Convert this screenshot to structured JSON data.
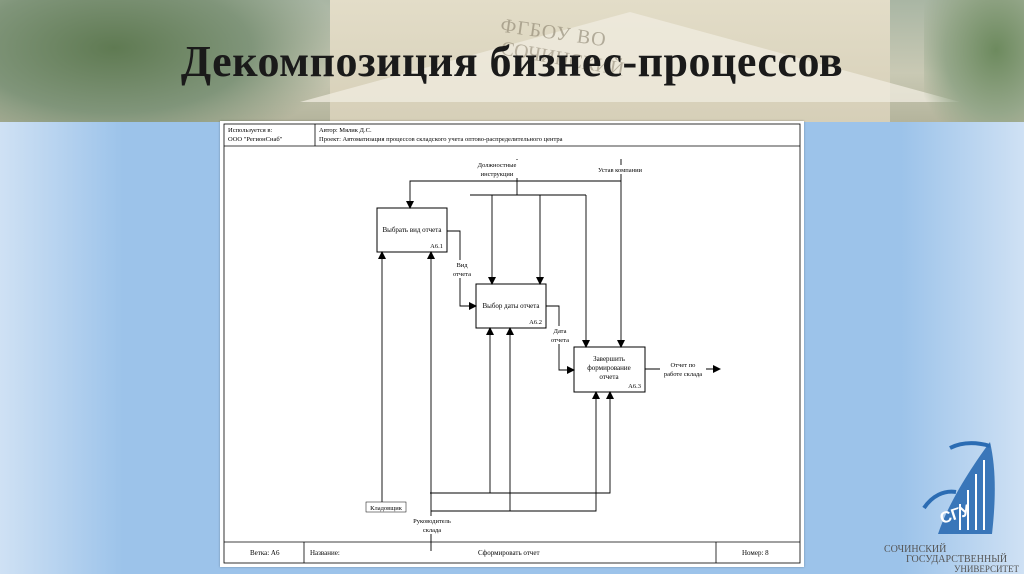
{
  "slide": {
    "title": "Декомпозиция бизнес-процессов",
    "building_text_1": "ФГБОУ ВО",
    "building_text_2": "СОЧИНСКИЙ"
  },
  "header": {
    "used_in_label": "Используется в:",
    "used_in_value": "ООО \"РегионСнаб\"",
    "author": "Автор: Мялик Д.С.",
    "project": "Проект: Автоматизация процессов складского учета оптово-распределительного центра"
  },
  "footer": {
    "node": "Ветка: А6",
    "name_label": "Название:",
    "name_value": "Сформировать отчет",
    "number": "Номер: 8"
  },
  "boxes": [
    {
      "label": "Выбрать вид отчета",
      "id": "А6.1"
    },
    {
      "label": "Выбор даты отчета",
      "id": "А6.2"
    },
    {
      "label_lines": [
        "Завершить",
        "формирование",
        "отчета"
      ],
      "id": "А6.3"
    }
  ],
  "arrows": {
    "controls": {
      "lines": [
        "Должностные",
        "инструкции"
      ]
    },
    "charter": "Устав компании",
    "view_out": {
      "lines": [
        "Вид",
        "отчета"
      ]
    },
    "date_out": {
      "lines": [
        "Дата",
        "отчета"
      ]
    },
    "output": {
      "lines": [
        "Отчет по",
        "работе склада"
      ]
    },
    "mech_keeper": "Кладовщик",
    "mech_head": {
      "lines": [
        "Руководитель",
        "склада"
      ]
    }
  },
  "logo": {
    "line1": "СОЧИНСКИЙ",
    "line2": "ГОСУДАРСТВЕННЫЙ",
    "line3": "УНИВЕРСИТЕТ",
    "emblem": "СГУ",
    "color": "#2b6cb3"
  }
}
